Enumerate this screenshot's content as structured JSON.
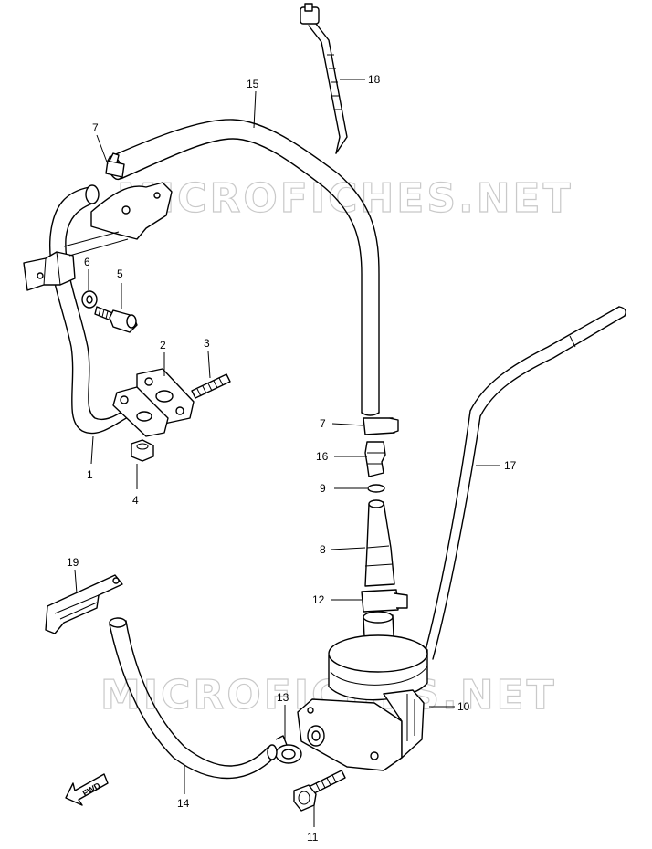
{
  "watermark": "MICROFICHES.NET",
  "fwd_label": "FWD",
  "callouts": [
    {
      "id": "c1",
      "label": "1"
    },
    {
      "id": "c2",
      "label": "2"
    },
    {
      "id": "c3",
      "label": "3"
    },
    {
      "id": "c4",
      "label": "4"
    },
    {
      "id": "c5",
      "label": "5"
    },
    {
      "id": "c6",
      "label": "6"
    },
    {
      "id": "c7a",
      "label": "7"
    },
    {
      "id": "c7b",
      "label": "7"
    },
    {
      "id": "c8",
      "label": "8"
    },
    {
      "id": "c9",
      "label": "9"
    },
    {
      "id": "c10",
      "label": "10"
    },
    {
      "id": "c11",
      "label": "11"
    },
    {
      "id": "c12",
      "label": "12"
    },
    {
      "id": "c13",
      "label": "13"
    },
    {
      "id": "c14",
      "label": "14"
    },
    {
      "id": "c15",
      "label": "15"
    },
    {
      "id": "c16",
      "label": "16"
    },
    {
      "id": "c17",
      "label": "17"
    },
    {
      "id": "c18",
      "label": "18"
    },
    {
      "id": "c19",
      "label": "19"
    }
  ]
}
